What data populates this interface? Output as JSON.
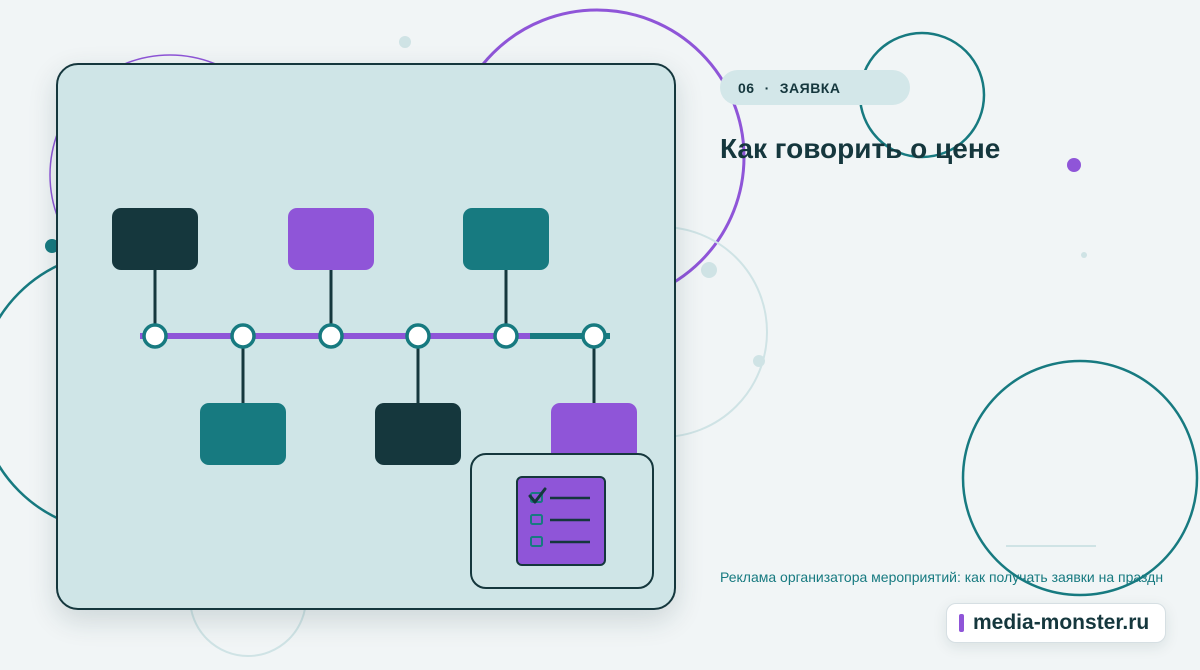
{
  "header": {
    "section_number": "06",
    "separator": "·",
    "section_label": "ЗАЯВКА",
    "title": "Как говорить о цене"
  },
  "caption": {
    "text": "Реклама организатора мероприятий: как получать заявки на праздн"
  },
  "brand": {
    "site": "media-monster.ru"
  },
  "illustration": {
    "timeline_nodes": 6,
    "checklist_items": [
      {
        "checked": true
      },
      {
        "checked": false
      },
      {
        "checked": false
      }
    ]
  },
  "colors": {
    "background": "#f1f5f6",
    "card": "#cfe5e7",
    "dark": "#15373d",
    "teal": "#177a80",
    "purple": "#8f55d8"
  }
}
